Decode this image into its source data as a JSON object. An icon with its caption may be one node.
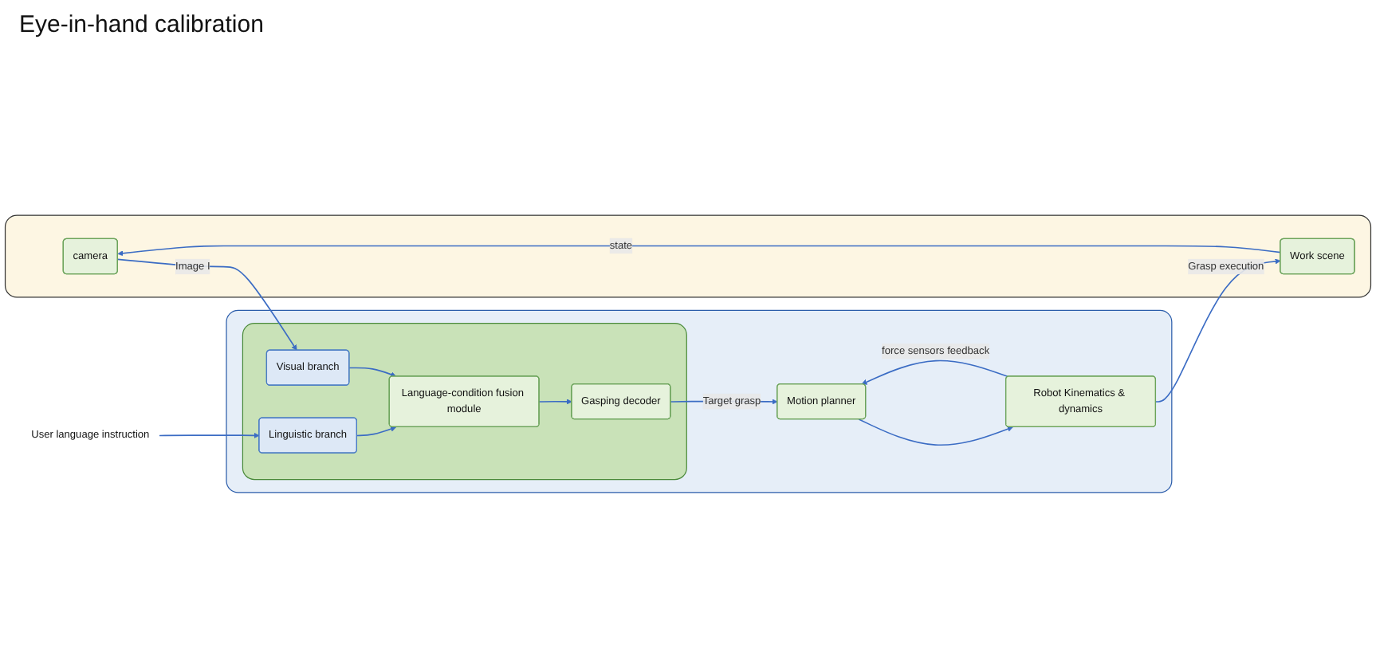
{
  "diagram": {
    "nodes": [
      {
        "text": [],
        "shape": "box"
      },
      {
        "text": [
          "camera"
        ],
        "in": 0
      },
      {
        "text": [
          "Work scene"
        ],
        "in": 0
      },
      {
        "text": [
          "User language instruction"
        ]
      },
      {
        "text": [],
        "shape": "box"
      },
      {
        "text": [],
        "shape": "box",
        "in": 4
      },
      {
        "text": [
          "Visual branch"
        ],
        "in": 5
      },
      {
        "text": [
          "Linguistic branch"
        ],
        "in": 5
      },
      {
        "text": [
          "Language-condition fusion module"
        ],
        "in": 5
      },
      {
        "text": [
          "Gasping decoder"
        ],
        "in": 5
      },
      {
        "text": [
          "Motion planner"
        ],
        "in": 4
      },
      {
        "text": [
          "Robot Kinematics & dynamics"
        ],
        "in": 4
      }
    ],
    "edges": [
      {
        "from": 1,
        "to": 6,
        "arrow": "to",
        "label": "Image I"
      },
      {
        "from": 3,
        "to": 7,
        "arrow": "to"
      },
      {
        "from": 6,
        "to": 8,
        "arrow": "to"
      },
      {
        "from": 7,
        "to": 8,
        "arrow": "to"
      },
      {
        "from": 8,
        "to": 9,
        "arrow": "to"
      },
      {
        "from": 9,
        "to": 10,
        "arrow": "to",
        "label": "Target grasp"
      },
      {
        "from": 10,
        "to": 11,
        "arrow": "to"
      },
      {
        "from": 11,
        "to": 10,
        "arrow": "to",
        "label": "force sensors feedback"
      },
      {
        "from": 11,
        "to": 2,
        "arrow": "to",
        "label": "Grasp execution"
      },
      {
        "from": 2,
        "to": 1,
        "arrow": "to",
        "label": "state"
      }
    ],
    "labels": [
      "Eye-in-hand calibration"
    ]
  }
}
